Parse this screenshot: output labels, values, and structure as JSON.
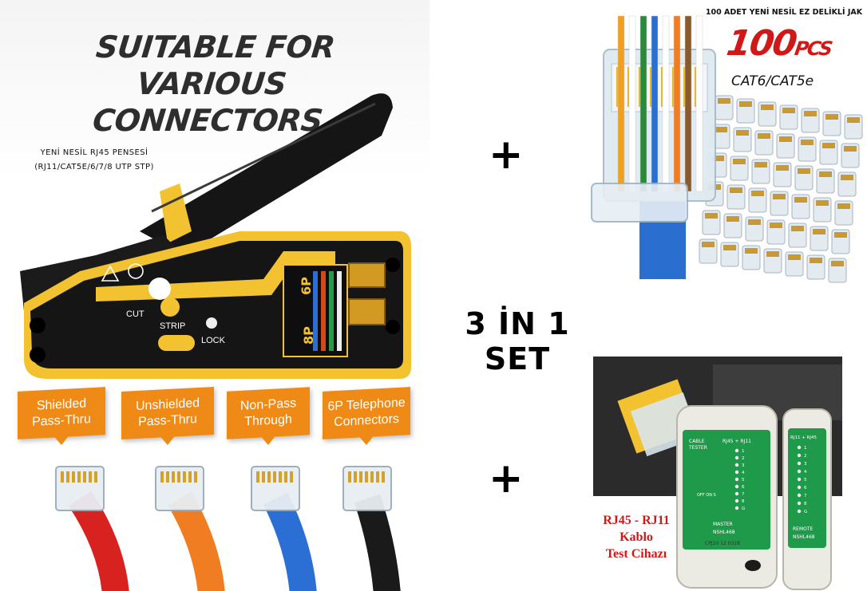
{
  "left": {
    "headline_line1": "SUITABLE FOR VARIOUS",
    "headline_line2": "CONNECTORS",
    "subtitle_line1": "YENİ NESİL RJ45 PENSESİ",
    "subtitle_line2": "(RJ11/CAT5E/6/7/8 UTP STP)",
    "tool_labels": {
      "cut": "CUT",
      "strip": "STRIP",
      "lock": "LOCK",
      "p8": "8P",
      "p6": "6P"
    },
    "connector_types": [
      {
        "line1": "Shielded",
        "line2": "Pass-Thru"
      },
      {
        "line1": "Unshielded",
        "line2": "Pass-Thru"
      },
      {
        "line1": "Non-Pass",
        "line2": "Through"
      },
      {
        "line1": "6P Telephone",
        "line2": "Connectors"
      }
    ],
    "cable_colors": [
      "#d8221f",
      "#f07d22",
      "#2c6fd4",
      "#1a1a1a"
    ]
  },
  "center": {
    "plus_symbol": "+",
    "set_label": "3 İN 1 SET"
  },
  "connectors": {
    "title": "100 ADET YENİ NESİL EZ DELİKLİ JAK",
    "pcs_number": "100",
    "pcs_unit": "PCS",
    "category": "CAT6/CAT5e"
  },
  "tester": {
    "caption_line1": "RJ45 - RJ11",
    "caption_line2": "Kablo",
    "caption_line3": "Test Cihazı",
    "main_unit": {
      "label_top_line1": "CABLE",
      "label_top_line2": "TESTER",
      "port_label": "RJ45 + RJ11",
      "switch_label": "OFF ON S",
      "leds": [
        "1",
        "2",
        "3",
        "4",
        "5",
        "6",
        "7",
        "8",
        "G"
      ],
      "name": "MASTER",
      "model": "NSHL468",
      "serial": "CPJ20 12 0318"
    },
    "remote_unit": {
      "port_label": "RJ11 + RJ45",
      "leds": [
        "1",
        "2",
        "3",
        "4",
        "5",
        "6",
        "7",
        "8",
        "G"
      ],
      "name": "REMOTE",
      "model": "NSHL468"
    },
    "accent_color": "#1f9a4a"
  }
}
